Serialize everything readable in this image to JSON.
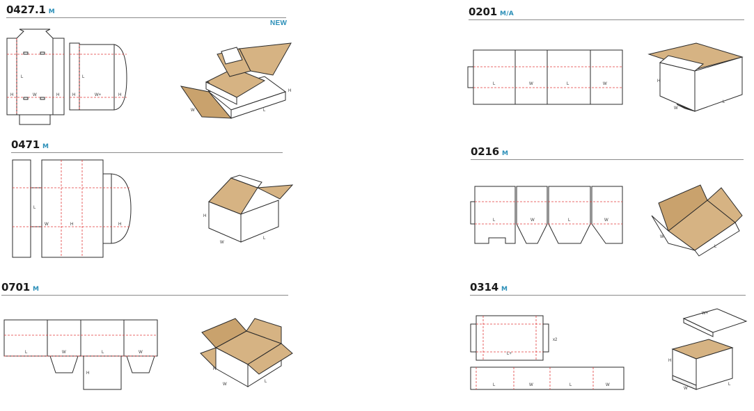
{
  "sections": [
    {
      "code": "0427.1",
      "suffix": "M",
      "badge": "NEW"
    },
    {
      "code": "0201",
      "suffix": "M/A"
    },
    {
      "code": "0471",
      "suffix": "M"
    },
    {
      "code": "0216",
      "suffix": "M"
    },
    {
      "code": "0701",
      "suffix": "M"
    },
    {
      "code": "0314",
      "suffix": "M"
    }
  ],
  "dim_labels": {
    "h": "H",
    "w": "W",
    "l": "L",
    "w_plus": "W+",
    "l_plus": "L+",
    "x2": "x2"
  },
  "colors": {
    "accent": "#2b8fb8",
    "kraft": "#d6b383",
    "cut_line": "#e23a3a"
  }
}
